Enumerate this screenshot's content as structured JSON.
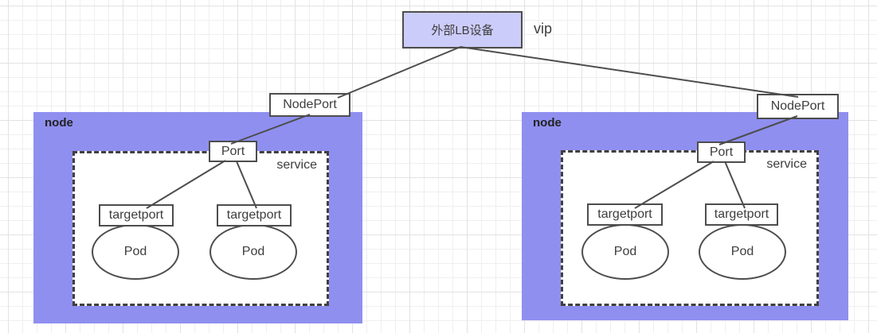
{
  "colors": {
    "canvas-bg": "#ffffff",
    "grid-minor": "#efefef",
    "grid-major": "#e2e2e2",
    "shape-border": "#4d4d4d",
    "lb-fill": "#ccccfa",
    "node-fill": "#8f8ff0",
    "shape-fill": "#ffffff",
    "text": "#3d3d3d",
    "node-label": "#222222"
  },
  "lb": {
    "label": "外部LB设备",
    "vip_label": "vip"
  },
  "nodes": [
    {
      "label": "node",
      "nodeport_label": "NodePort",
      "port_label": "Port",
      "service_label": "service",
      "pods": [
        {
          "targetport_label": "targetport",
          "label": "Pod"
        },
        {
          "targetport_label": "targetport",
          "label": "Pod"
        }
      ]
    },
    {
      "label": "node",
      "nodeport_label": "NodePort",
      "port_label": "Port",
      "service_label": "service",
      "pods": [
        {
          "targetport_label": "targetport",
          "label": "Pod"
        },
        {
          "targetport_label": "targetport",
          "label": "Pod"
        }
      ]
    }
  ]
}
